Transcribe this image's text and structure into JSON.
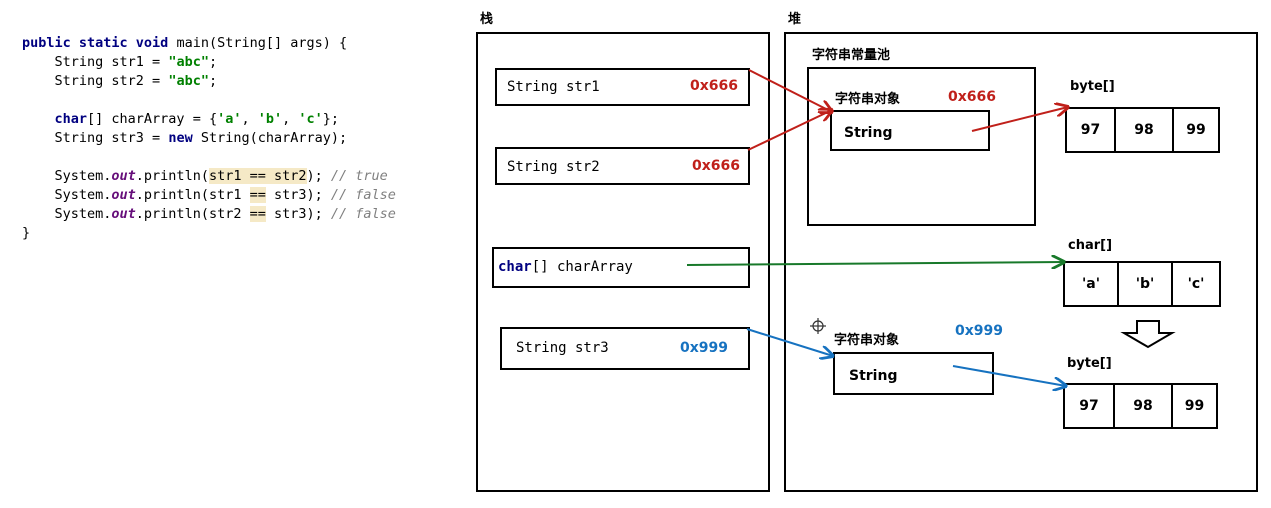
{
  "code": {
    "l1": {
      "kw": "public static void",
      "rest": " main(String[] args) {"
    },
    "l2": {
      "pre": "    String str1 = ",
      "str": "\"abc\"",
      "post": ";"
    },
    "l3": {
      "pre": "    String str2 = ",
      "str": "\"abc\"",
      "post": ";"
    },
    "l5": {
      "pre": "    ",
      "kw": "char",
      "mid": "[] charArray = {",
      "s1": "'a'",
      "sep1": ", ",
      "s2": "'b'",
      "sep2": ", ",
      "s3": "'c'",
      "post": "};"
    },
    "l6": {
      "pre": "    String str3 = ",
      "kw": "new",
      "post": " String(charArray);"
    },
    "l8": {
      "pre": "    System.",
      "out": "out",
      "mid": ".println(",
      "hl": "str1 == str2",
      "post": "); ",
      "cmt": "// true"
    },
    "l9": {
      "pre": "    System.",
      "out": "out",
      "mid": ".println(str1 ",
      "hl": "==",
      "post": " str3); ",
      "cmt": "// false"
    },
    "l10": {
      "pre": "    System.",
      "out": "out",
      "mid": ".println(str2 ",
      "hl": "==",
      "post": " str3); ",
      "cmt": "// false"
    },
    "l11": "}"
  },
  "stack": {
    "title": "栈",
    "str1": {
      "label": "String str1",
      "addr": "0x666"
    },
    "str2": {
      "label": "String str2",
      "addr": "0x666"
    },
    "chararray": {
      "kw": "char",
      "rest": "[] charArray"
    },
    "str3": {
      "label": "String str3",
      "addr": "0x999"
    }
  },
  "heap": {
    "title": "堆",
    "pool_title": "字符串常量池",
    "pool_obj": {
      "title": "字符串对象",
      "addr": "0x666",
      "inner": "String"
    },
    "byte1": {
      "title": "byte[]",
      "cells": [
        "97",
        "98",
        "99"
      ]
    },
    "char_arr": {
      "title": "char[]",
      "cells": [
        "'a'",
        "'b'",
        "'c'"
      ]
    },
    "obj2": {
      "title": "字符串对象",
      "addr": "0x999",
      "inner": "String"
    },
    "byte2": {
      "title": "byte[]",
      "cells": [
        "97",
        "98",
        "99"
      ]
    }
  },
  "colors": {
    "red": "#c0201a",
    "green": "#18792a",
    "blue": "#1672c0"
  }
}
